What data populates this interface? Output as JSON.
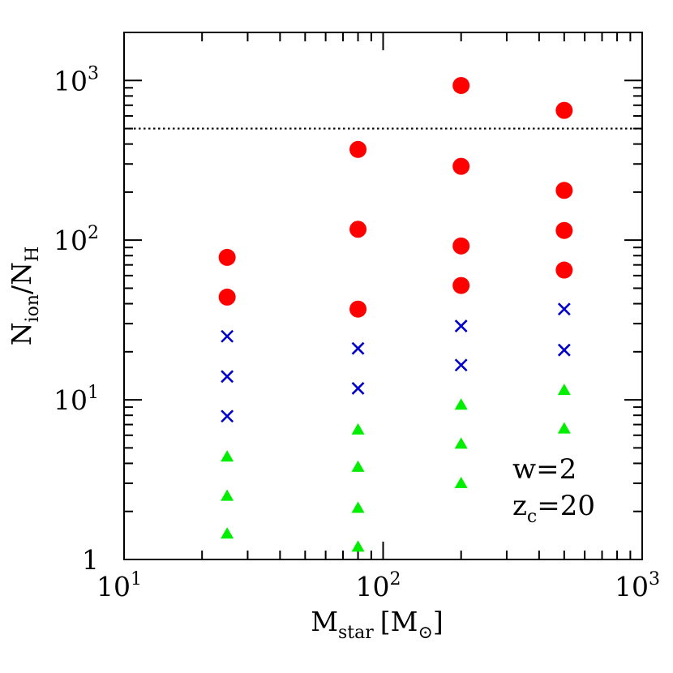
{
  "chart_data": {
    "type": "scatter",
    "title": "",
    "xscale": "log",
    "yscale": "log",
    "xlim": [
      10,
      1000
    ],
    "ylim": [
      1,
      2000
    ],
    "grid": false,
    "xlabel": {
      "main": "M",
      "sub": "star",
      "unit_open": "[M",
      "unit_sub": "⊙",
      "unit_close": "]"
    },
    "ylabel": {
      "n": "N",
      "n_sub": "ion",
      "slash": "/N",
      "h_sub": "H"
    },
    "x_ticks": [
      {
        "value": 10,
        "base": "10",
        "exp": "1"
      },
      {
        "value": 100,
        "base": "10",
        "exp": "2"
      },
      {
        "value": 1000,
        "base": "10",
        "exp": "3"
      }
    ],
    "y_ticks": [
      {
        "value": 1,
        "base": "1",
        "exp": ""
      },
      {
        "value": 10,
        "base": "10",
        "exp": "1"
      },
      {
        "value": 100,
        "base": "10",
        "exp": "2"
      },
      {
        "value": 1000,
        "base": "10",
        "exp": "3"
      }
    ],
    "reference_line": {
      "y": 500,
      "style": "dotted",
      "color": "#000000"
    },
    "series": [
      {
        "marker": "circle",
        "color": "#ff0000",
        "points": [
          {
            "x": 25,
            "y": 78
          },
          {
            "x": 25,
            "y": 44
          },
          {
            "x": 80,
            "y": 370
          },
          {
            "x": 80,
            "y": 117
          },
          {
            "x": 80,
            "y": 37
          },
          {
            "x": 200,
            "y": 930
          },
          {
            "x": 200,
            "y": 290
          },
          {
            "x": 200,
            "y": 92
          },
          {
            "x": 200,
            "y": 52
          },
          {
            "x": 500,
            "y": 650
          },
          {
            "x": 500,
            "y": 205
          },
          {
            "x": 500,
            "y": 115
          },
          {
            "x": 500,
            "y": 65
          }
        ]
      },
      {
        "marker": "cross",
        "color": "#0000cc",
        "points": [
          {
            "x": 25,
            "y": 25
          },
          {
            "x": 25,
            "y": 14
          },
          {
            "x": 25,
            "y": 7.9
          },
          {
            "x": 80,
            "y": 21
          },
          {
            "x": 80,
            "y": 11.8
          },
          {
            "x": 200,
            "y": 29
          },
          {
            "x": 200,
            "y": 16.5
          },
          {
            "x": 500,
            "y": 37
          },
          {
            "x": 500,
            "y": 20.5
          }
        ]
      },
      {
        "marker": "triangle",
        "color": "#00ee00",
        "points": [
          {
            "x": 25,
            "y": 4.4
          },
          {
            "x": 25,
            "y": 2.5
          },
          {
            "x": 25,
            "y": 1.45
          },
          {
            "x": 80,
            "y": 6.5
          },
          {
            "x": 80,
            "y": 3.8
          },
          {
            "x": 80,
            "y": 2.1
          },
          {
            "x": 80,
            "y": 1.2
          },
          {
            "x": 200,
            "y": 9.3
          },
          {
            "x": 200,
            "y": 5.3
          },
          {
            "x": 200,
            "y": 3.0
          },
          {
            "x": 500,
            "y": 11.5
          },
          {
            "x": 500,
            "y": 6.6
          }
        ]
      }
    ],
    "annotations": {
      "w_label": "w=2",
      "zc_main": "z",
      "zc_sub": "c",
      "zc_value": "=20"
    }
  }
}
